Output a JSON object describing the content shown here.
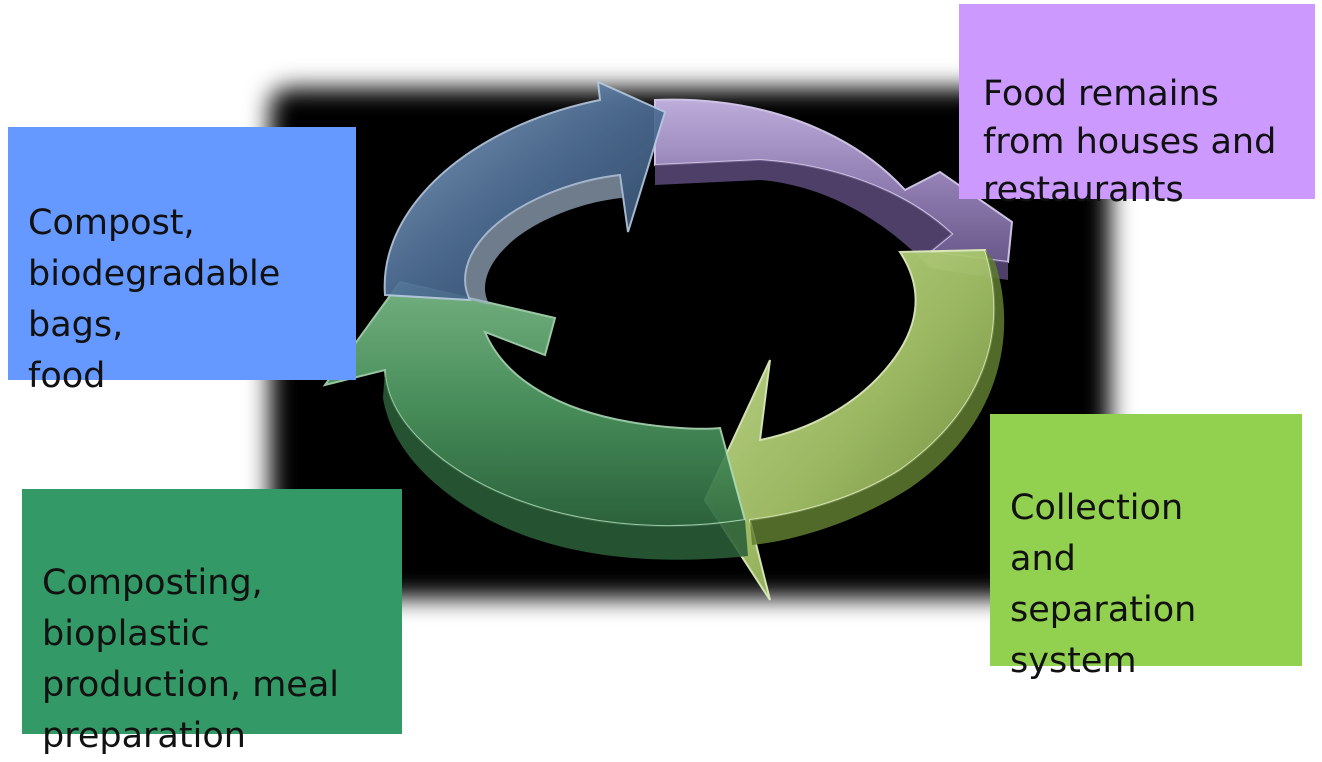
{
  "diagram": {
    "stages": [
      {
        "id": "food-remains",
        "text": "Food remains\nfrom houses and\nrestaurants",
        "color": "#cc99ff"
      },
      {
        "id": "collection",
        "text": "Collection\nand\n separation\nsystem",
        "color": "#92d050"
      },
      {
        "id": "composting",
        "text": "Composting,\nbioplastic\nproduction, meal\npreparation",
        "color": "#339966"
      },
      {
        "id": "compost",
        "text": "Compost,\nbiodegradable\nbags,\nfood",
        "color": "#6699ff"
      }
    ],
    "arrow_colors": {
      "purple": "#9a86bd",
      "lime": "#a8c76a",
      "green": "#4e9a62",
      "blue": "#4f6f96"
    },
    "backdrop_color": "#000000"
  }
}
